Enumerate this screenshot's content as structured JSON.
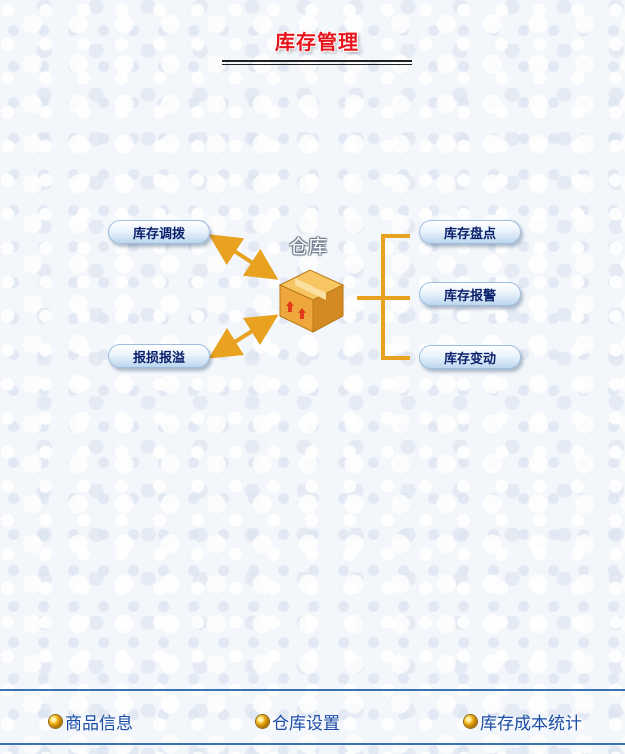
{
  "page": {
    "title": "库存管理"
  },
  "diagram": {
    "center_label": "仓库",
    "left_buttons": [
      {
        "label": "库存调拨"
      },
      {
        "label": "报损报溢"
      }
    ],
    "right_buttons": [
      {
        "label": "库存盘点"
      },
      {
        "label": "库存报警"
      },
      {
        "label": "库存变动"
      }
    ],
    "colors": {
      "connector": "#e8a21f",
      "pill_text": "#0a1f6b",
      "title": "#e8141b"
    }
  },
  "bottom_nav": [
    {
      "label": "商品信息"
    },
    {
      "label": "仓库设置"
    },
    {
      "label": "库存成本统计"
    }
  ]
}
